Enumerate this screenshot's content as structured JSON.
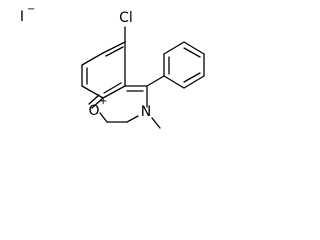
{
  "counter_ion": {
    "symbol": "I",
    "charge": "−"
  },
  "atoms": {
    "chlorine": {
      "symbol": "Cl"
    },
    "ring_oxygen": {
      "symbol": "O",
      "charge": "+"
    },
    "ring_nitrogen": {
      "symbol": "N"
    }
  }
}
